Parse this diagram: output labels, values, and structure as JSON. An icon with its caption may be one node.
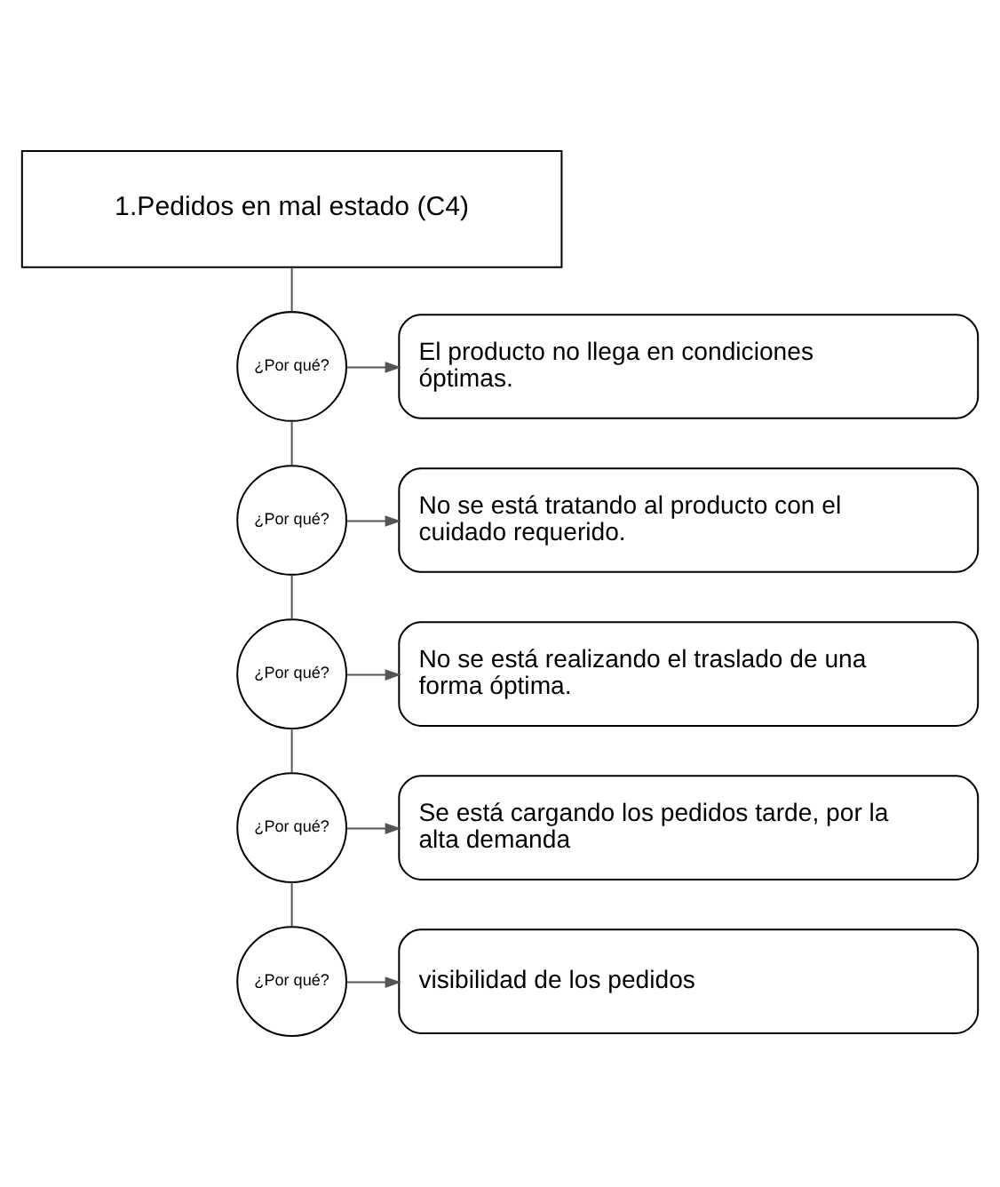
{
  "diagram": {
    "nodes": [
      {
        "text": [
          "1.Pedidos en mal estado (C4)"
        ]
      },
      {
        "text": [
          "¿Por qué?"
        ]
      },
      {
        "text": [
          "El producto no llega en condiciones óptimas."
        ]
      },
      {
        "text": [
          "¿Por qué?"
        ]
      },
      {
        "text": [
          "No se está tratando al producto con el cuidado requerido."
        ]
      },
      {
        "text": [
          "¿Por qué?"
        ]
      },
      {
        "text": [
          "No se está realizando el traslado de una forma óptima."
        ]
      },
      {
        "text": [
          "¿Por qué?"
        ]
      },
      {
        "text": [
          "Se está cargando los pedidos tarde, por la alta demanda"
        ]
      },
      {
        "text": [
          "¿Por qué?"
        ]
      },
      {
        "text": [
          "visibilidad de los pedidos"
        ]
      }
    ],
    "edges": [
      {
        "from": 0,
        "to": 1,
        "arrow": "none"
      },
      {
        "from": 1,
        "to": 2,
        "arrow": "to"
      },
      {
        "from": 1,
        "to": 3,
        "arrow": "none"
      },
      {
        "from": 3,
        "to": 4,
        "arrow": "to"
      },
      {
        "from": 3,
        "to": 5,
        "arrow": "none"
      },
      {
        "from": 5,
        "to": 6,
        "arrow": "to"
      },
      {
        "from": 5,
        "to": 7,
        "arrow": "none"
      },
      {
        "from": 7,
        "to": 8,
        "arrow": "to"
      },
      {
        "from": 7,
        "to": 9,
        "arrow": "none"
      },
      {
        "from": 9,
        "to": 10,
        "arrow": "to"
      }
    ]
  }
}
